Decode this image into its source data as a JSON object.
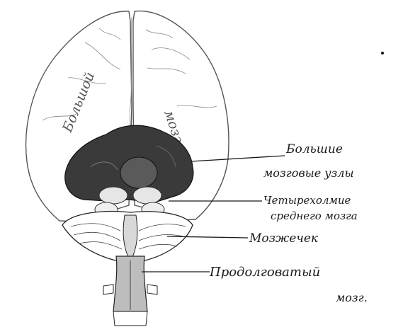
{
  "diagram": {
    "hemisphere_labels": {
      "left": "Большой",
      "right": "мозг"
    },
    "callouts": [
      {
        "id": "basal-ganglia",
        "line1": "Большие",
        "line2": "мозговые узлы"
      },
      {
        "id": "quadrigemina",
        "line1": "Четырехолмие",
        "line2": "среднего мозга"
      },
      {
        "id": "cerebellum",
        "line1": "Мозжечек",
        "line2": ""
      },
      {
        "id": "medulla",
        "line1": "Продолговатый",
        "line2": "мозг."
      }
    ],
    "colors": {
      "ink": "#1a1a1a",
      "basal_ganglia_fill": "#3a3a3a",
      "paper": "#ffffff"
    }
  }
}
